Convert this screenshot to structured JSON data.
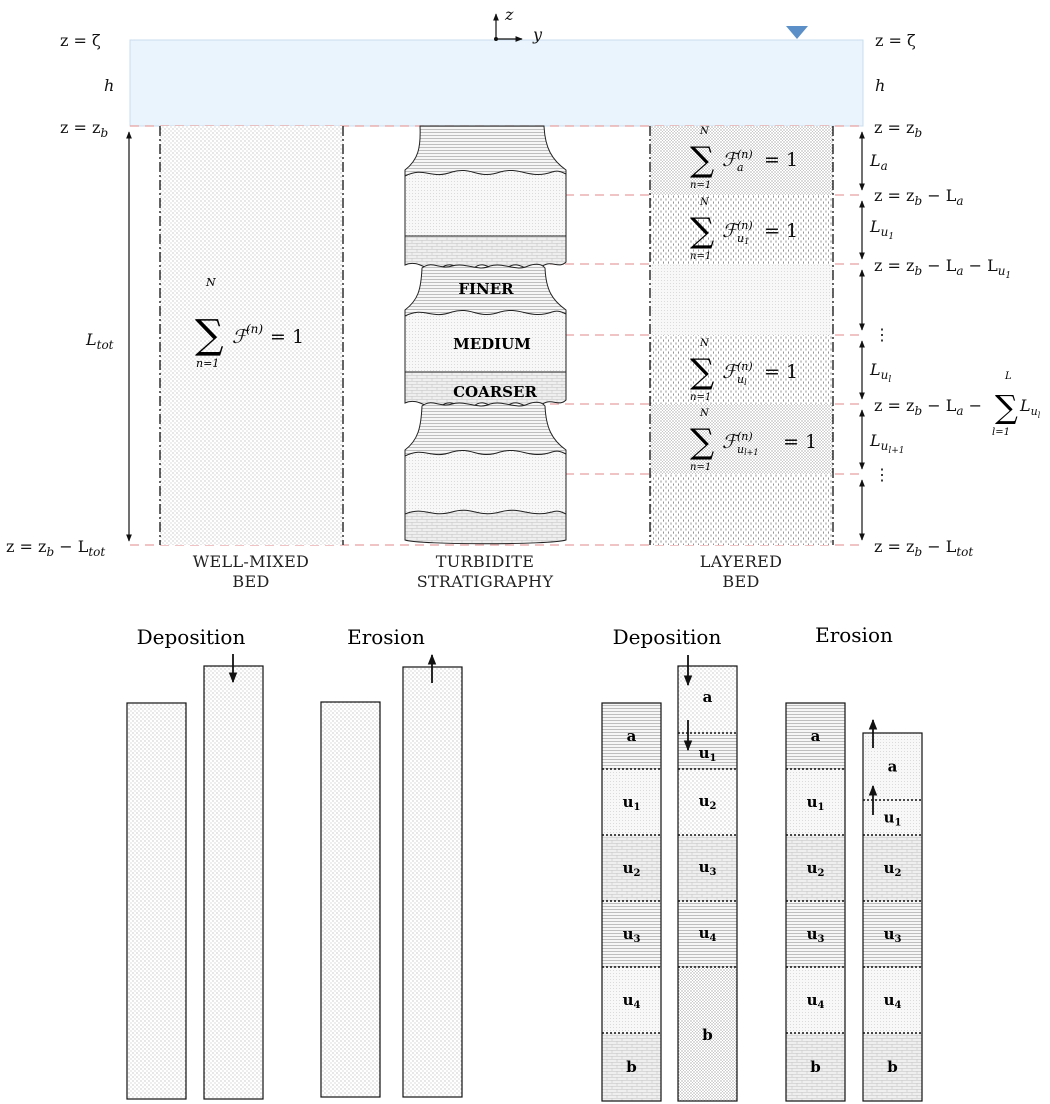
{
  "axes": {
    "z": "z",
    "y": "y"
  },
  "left_levels": {
    "surface": "z = ζ",
    "depth": "h",
    "bed_top": "z = z",
    "bed_top_sub": "b",
    "bed_bottom": "z = z",
    "bed_bottom_sub1": "b",
    "bed_bottom_minus": " − L",
    "bed_bottom_sub2": "tot",
    "Ltot": "L",
    "Ltot_sub": "tot"
  },
  "right_levels": {
    "surface": "z = ζ",
    "depth": "h",
    "zb": "z = z",
    "zb_sub": "b",
    "zb_La": "z = z",
    "zb_La_rest": " − L",
    "La": "L",
    "La_sub": "a",
    "zb_La_Lu1": "z = z",
    "Lu1": "L",
    "Lu1_sub": "u",
    "Lu1_subsub": "1",
    "ellipsis": "⋮",
    "Lul": "L",
    "Lul_sub": "u",
    "Lul_subsub": "l",
    "zb_sum": "z = z",
    "sum_upper": "L",
    "sum_lower": "l=1",
    "Lul1": "L",
    "Lul1_sub": "u",
    "Lul1_subsub": "l+1",
    "zb_Ltot": "z = z",
    "Ltot_sub": "tot"
  },
  "formulas": {
    "sum_upper": "N",
    "sum_lower": "n=1",
    "F": "ℱ",
    "exp": "(n)",
    "eq": "= 1",
    "sub_a": "a",
    "sub_u": "u",
    "sub_1": "1",
    "sub_l": "l",
    "sub_l1": "l+1"
  },
  "turbidite_labels": {
    "finer": "FINER",
    "medium": "MEDIUM",
    "coarser": "COARSER"
  },
  "captions": {
    "well_mixed_1": "WELL-MIXED",
    "well_mixed_2": "BED",
    "turbidite_1": "TURBIDITE",
    "turbidite_2": "STRATIGRAPHY",
    "layered_1": "LAYERED",
    "layered_2": "BED"
  },
  "bottom": {
    "deposition_left": "Deposition",
    "erosion_left": "Erosion",
    "deposition_right": "Deposition",
    "erosion_right": "Erosion",
    "layers_dep_before": [
      "a",
      "u",
      "u",
      "u",
      "u",
      "b"
    ],
    "layer_subs_dep_before": [
      "",
      "1",
      "2",
      "3",
      "4",
      ""
    ],
    "layers_dep_after": [
      "a",
      "u",
      "u",
      "u",
      "u",
      "b"
    ],
    "layer_subs_dep_after": [
      "",
      "1",
      "2",
      "3",
      "4",
      ""
    ],
    "layers_ero_before": [
      "a",
      "u",
      "u",
      "u",
      "u",
      "b"
    ],
    "layer_subs_ero_before": [
      "",
      "1",
      "2",
      "3",
      "4",
      ""
    ],
    "layers_ero_after": [
      "a",
      "u",
      "u",
      "u",
      "u",
      "b"
    ],
    "layer_subs_ero_after": [
      "",
      "1",
      "2",
      "3",
      "4",
      ""
    ]
  },
  "colors": {
    "water": "#e9f4fc",
    "water_stroke": "#c9dcec",
    "triangle": "#5b8fc7",
    "dashed_guide": "#e8a0a0"
  }
}
